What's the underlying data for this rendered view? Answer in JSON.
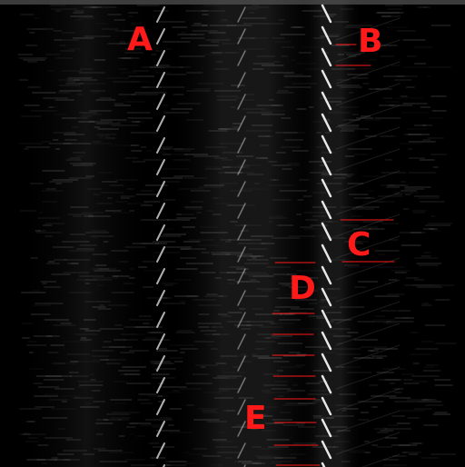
{
  "labels": {
    "a": "A",
    "b": "B",
    "c": "C",
    "d": "D",
    "e": "E"
  },
  "colors": {
    "background": "#000000",
    "annotation": "#ff1a1a",
    "trace": "#e8e8e8"
  }
}
